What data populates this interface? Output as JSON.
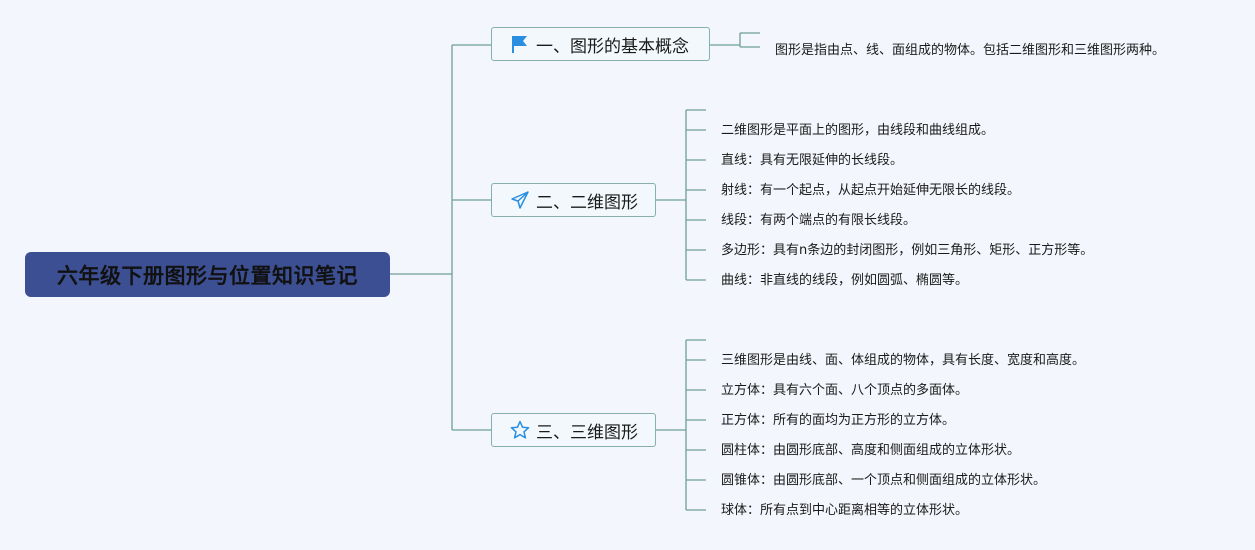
{
  "root": {
    "title": "六年级下册图形与位置知识笔记"
  },
  "topics": [
    {
      "label": "一、图形的基本概念",
      "icon": "flag-icon",
      "items": [
        "图形是指由点、线、面组成的物体。包括二维图形和三维图形两种。"
      ]
    },
    {
      "label": "二、二维图形",
      "icon": "paper-plane-icon",
      "items": [
        "二维图形是平面上的图形，由线段和曲线组成。",
        "直线：具有无限延伸的长线段。",
        "射线：有一个起点，从起点开始延伸无限长的线段。",
        "线段：有两个端点的有限长线段。",
        "多边形：具有n条边的封闭图形，例如三角形、矩形、正方形等。",
        "曲线：非直线的线段，例如圆弧、椭圆等。"
      ]
    },
    {
      "label": "三、三维图形",
      "icon": "star-icon",
      "items": [
        "三维图形是由线、面、体组成的物体，具有长度、宽度和高度。",
        "立方体：具有六个面、八个顶点的多面体。",
        "正方体：所有的面均为正方形的立方体。",
        "圆柱体：由圆形底部、高度和侧面组成的立体形状。",
        "圆锥体：由圆形底部、一个顶点和侧面组成的立体形状。",
        "球体：所有点到中心距离相等的立体形状。"
      ]
    }
  ],
  "colors": {
    "root_bg": "#3c4f92",
    "topic_border": "#86b0a9",
    "connector": "#6f9f98",
    "icon": "#2a8fe0"
  }
}
